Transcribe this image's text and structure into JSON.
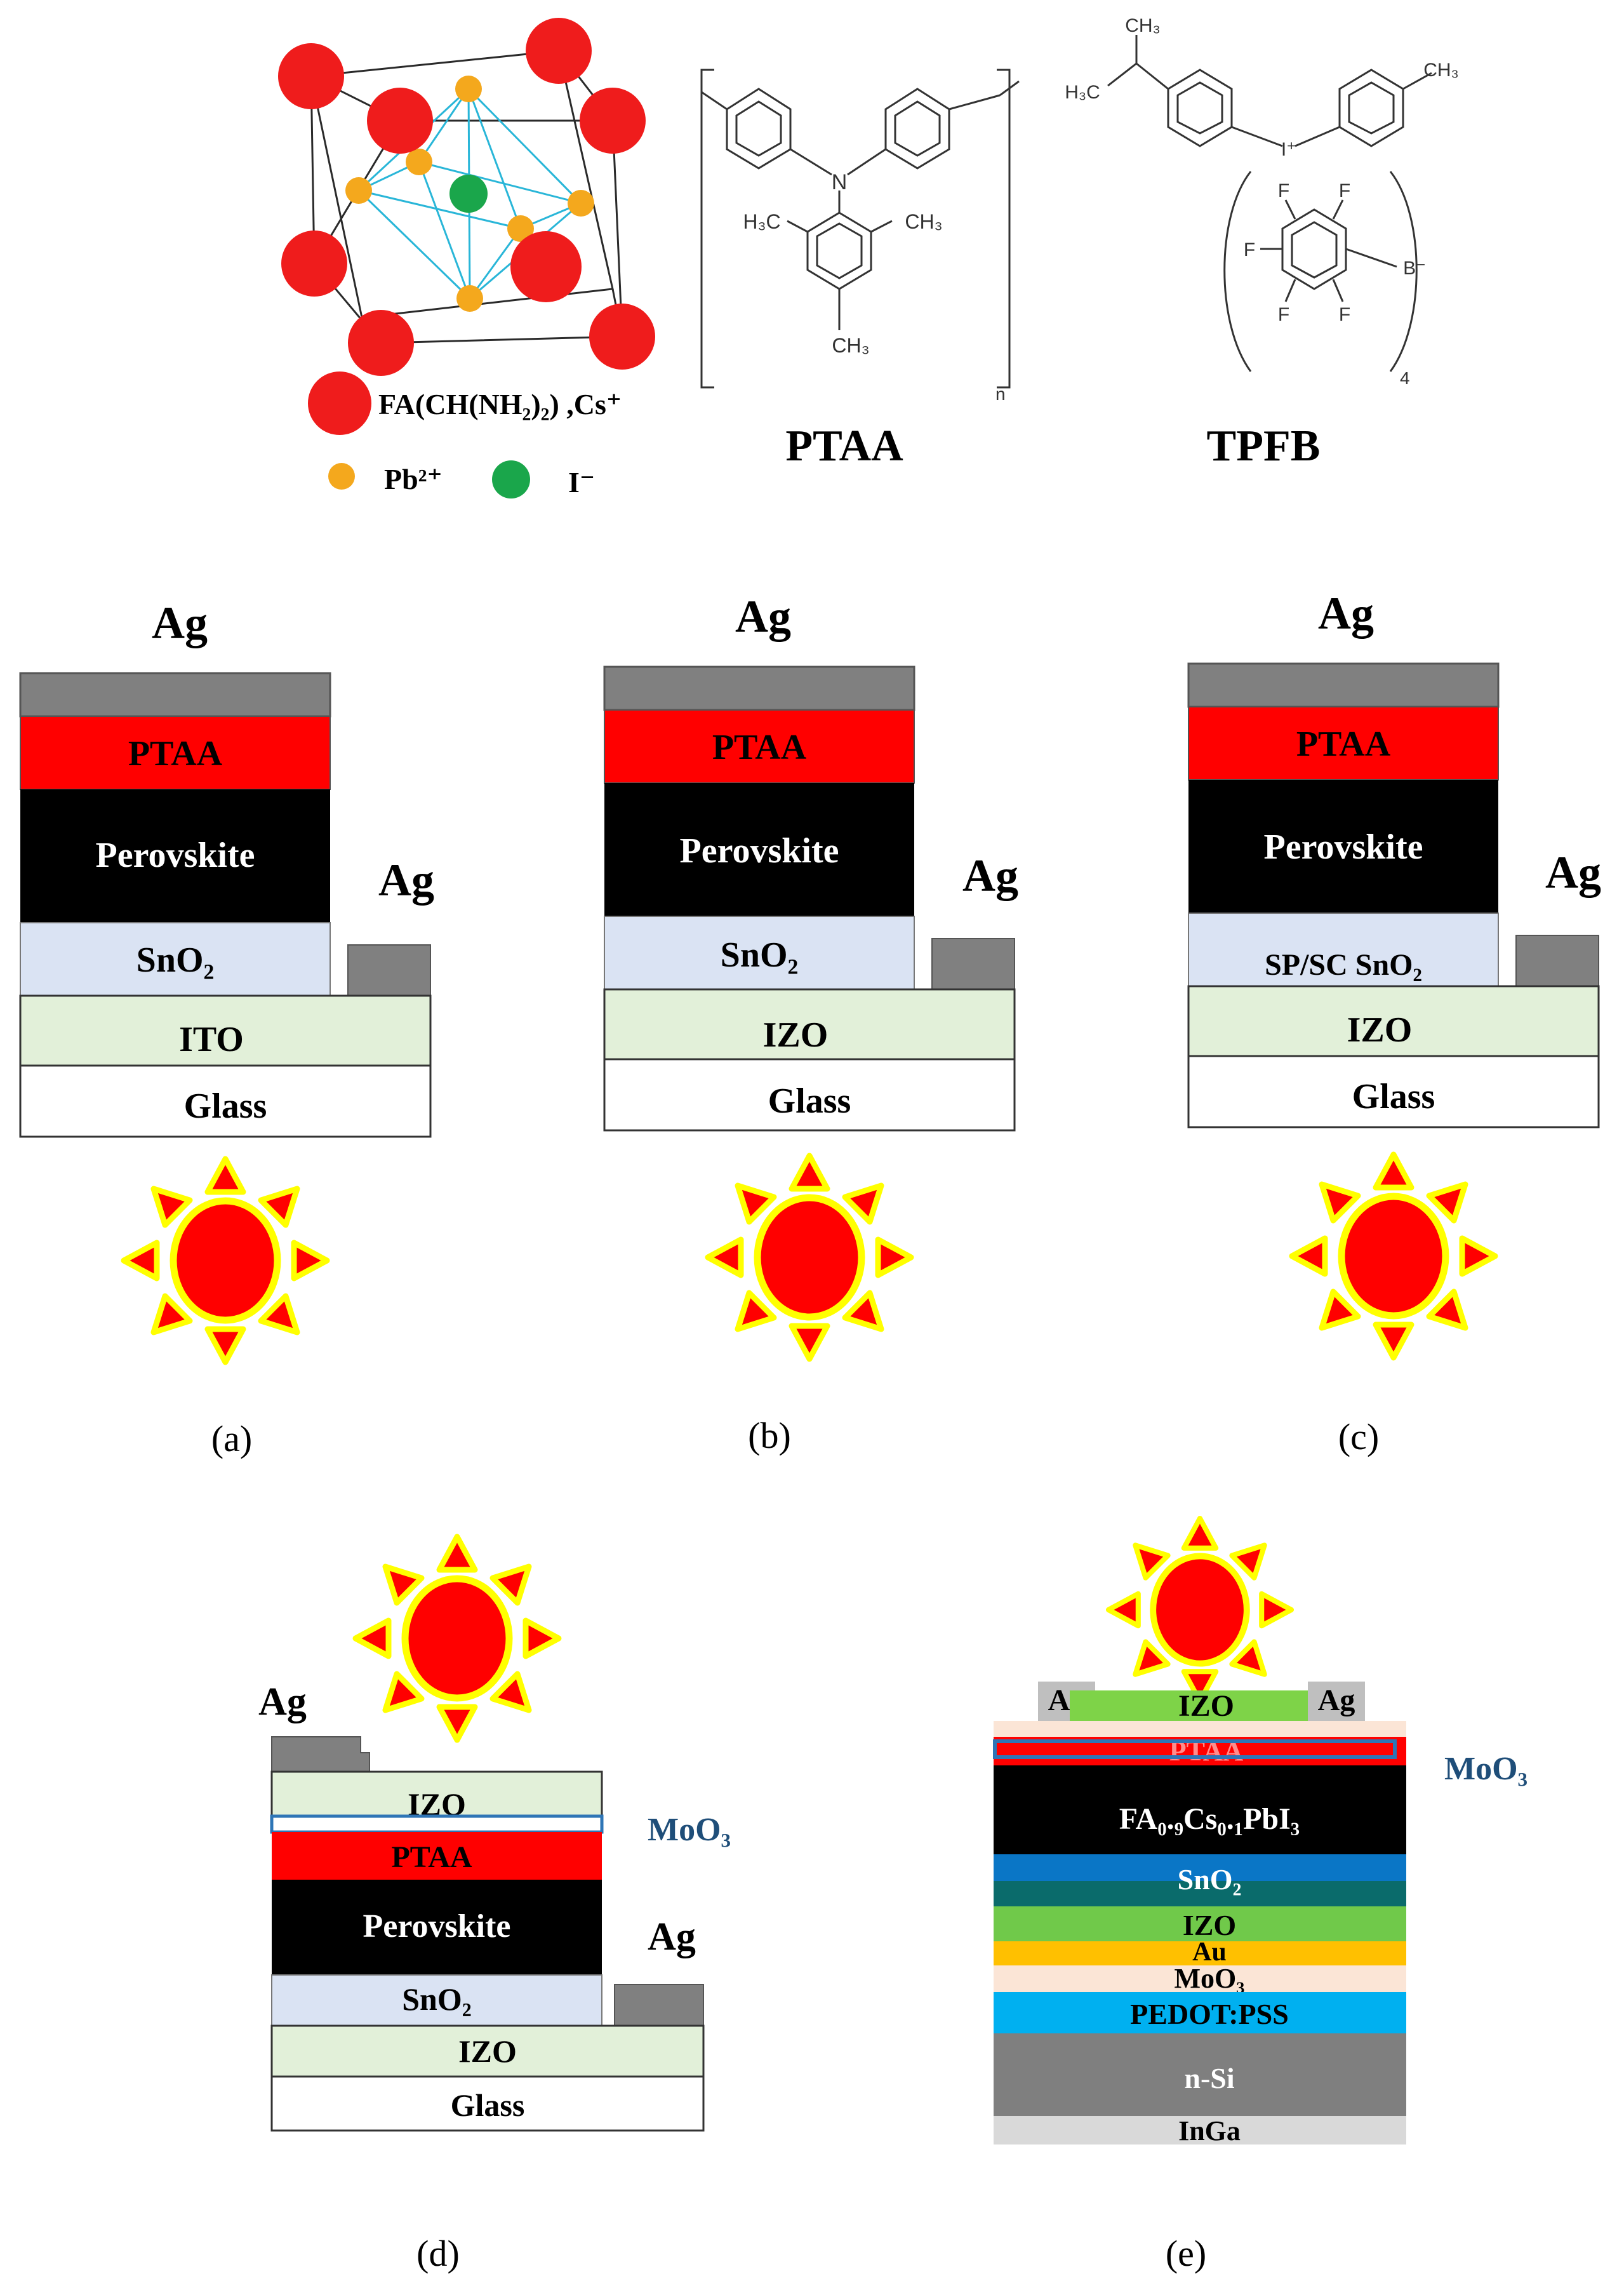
{
  "legend": {
    "cation": "FA(CH(NH₂)₂) ,Cs⁺",
    "lead": "Pb²⁺",
    "iodide": "I⁻"
  },
  "molecules": {
    "ptaa": {
      "name": "PTAA",
      "subst_left": "H₃C",
      "subst_right": "CH₃",
      "subst_bottom": "CH₃",
      "atom_n": "N",
      "repeat": "n"
    },
    "tpfb": {
      "name": "TPFB",
      "methyl_top": "CH₃",
      "methyl_left": "H₃C",
      "methyl_right": "CH₃",
      "iodonium": "I⁺",
      "fluorine": "F",
      "boron": "B⁻",
      "count": "4"
    }
  },
  "panels": {
    "a": {
      "caption": "(a)",
      "top_contact": "Ag",
      "side_contact": "Ag",
      "layers": [
        "PTAA",
        "Perovskite",
        "SnO₂",
        "ITO",
        "Glass"
      ]
    },
    "b": {
      "caption": "(b)",
      "top_contact": "Ag",
      "side_contact": "Ag",
      "layers": [
        "PTAA",
        "Perovskite",
        "SnO₂",
        "IZO",
        "Glass"
      ]
    },
    "c": {
      "caption": "(c)",
      "top_contact": "Ag",
      "side_contact": "Ag",
      "layers": [
        "PTAA",
        "Perovskite",
        "SP/SC SnO₂",
        "IZO",
        "Glass"
      ]
    },
    "d": {
      "caption": "(d)",
      "top_contact": "Ag",
      "side_contact": "Ag",
      "moo3_label": "MoO₃",
      "layers": [
        "IZO",
        "PTAA",
        "Perovskite",
        "SnO₂",
        "IZO",
        "Glass"
      ]
    },
    "e": {
      "caption": "(e)",
      "contact_left": "Ag",
      "contact_right": "Ag",
      "moo3_label": "MoO₃",
      "layers": [
        "IZO",
        "PTAA",
        "FA₀.₉Cs₀.₁PbI₃",
        "SnO₂",
        "IZO",
        "Au",
        "MoO₃",
        "PEDOT:PSS",
        "n-Si",
        "InGa"
      ]
    }
  },
  "colors": {
    "silver": "#808080",
    "ptaa": "#ff0000",
    "perovskite": "#000000",
    "sno2": "#dae3f3",
    "tco": "#e2f0d9",
    "glass": "#ffffff",
    "moo3_outline": "#2e75b6",
    "moo3_label": "#1f4e79",
    "sun_fill": "#ff0000",
    "sun_edge": "#ffff00",
    "crystal_cation": "#ff0000",
    "crystal_lead": "#f4a81d",
    "crystal_iodide": "#1aa64b",
    "crystal_octahedron": "#29b6d8"
  }
}
